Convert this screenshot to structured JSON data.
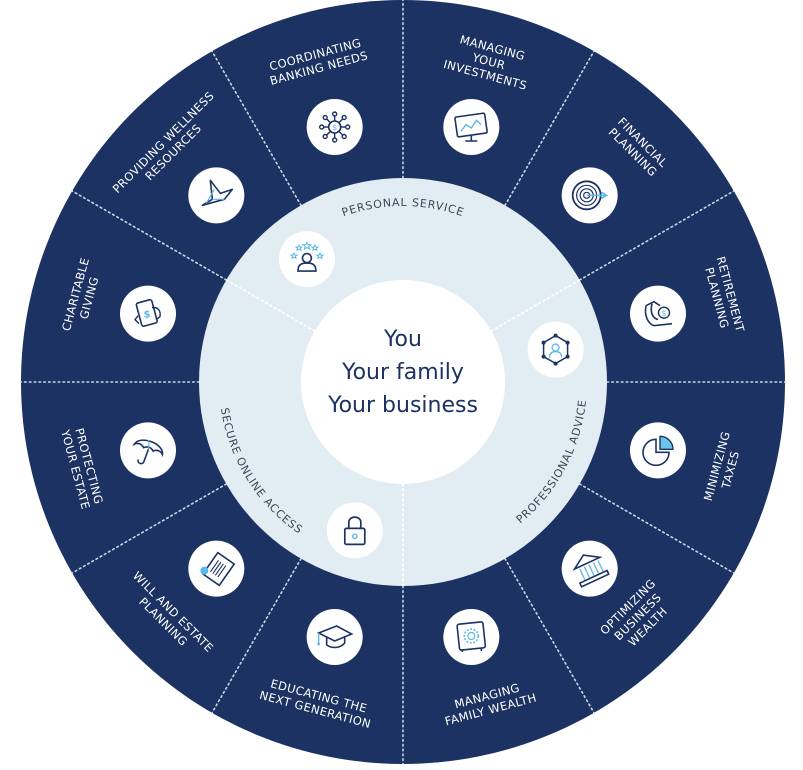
{
  "center": {
    "lines": [
      "You",
      "Your family",
      "Your business"
    ]
  },
  "inner_ring": [
    {
      "label": "PERSONAL SERVICE",
      "icon": "person-stars-icon"
    },
    {
      "label": "PROFESSIONAL ADVICE",
      "icon": "network-person-icon"
    },
    {
      "label": "SECURE ONLINE ACCESS",
      "icon": "padlock-icon"
    }
  ],
  "outer_ring": [
    {
      "lines": [
        "MANAGING",
        "YOUR",
        "INVESTMENTS"
      ],
      "icon": "monitor-chart-icon"
    },
    {
      "lines": [
        "FINANCIAL",
        "PLANNING"
      ],
      "icon": "target-dart-icon"
    },
    {
      "lines": [
        "RETIREMENT",
        "PLANNING"
      ],
      "icon": "rocking-chair-icon"
    },
    {
      "lines": [
        "MINIMIZING",
        "TAXES"
      ],
      "icon": "pie-chart-icon"
    },
    {
      "lines": [
        "OPTIMIZING",
        "BUSINESS",
        "WEALTH"
      ],
      "icon": "bank-building-icon"
    },
    {
      "lines": [
        "MANAGING",
        "FAMILY WEALTH"
      ],
      "icon": "safe-icon"
    },
    {
      "lines": [
        "EDUCATING THE",
        "NEXT GENERATION"
      ],
      "icon": "graduation-cap-icon"
    },
    {
      "lines": [
        "WILL AND ESTATE",
        "PLANNING"
      ],
      "icon": "certificate-document-icon"
    },
    {
      "lines": [
        "PROTECTING",
        "YOUR ESTATE"
      ],
      "icon": "umbrella-icon"
    },
    {
      "lines": [
        "CHARITABLE",
        "GIVING"
      ],
      "icon": "hand-phone-donation-icon"
    },
    {
      "lines": [
        "PROVIDING WELLNESS",
        "RESOURCES"
      ],
      "icon": "origami-bird-icon"
    },
    {
      "lines": [
        "COORDINATING",
        "BANKING NEEDS"
      ],
      "icon": "banking-network-icon"
    }
  ],
  "colors": {
    "navy": "#1c3263",
    "light_ring": "#e2edf3",
    "center": "#ffffff",
    "accent": "#5bb8e8",
    "ring_text": "#3b4756"
  }
}
